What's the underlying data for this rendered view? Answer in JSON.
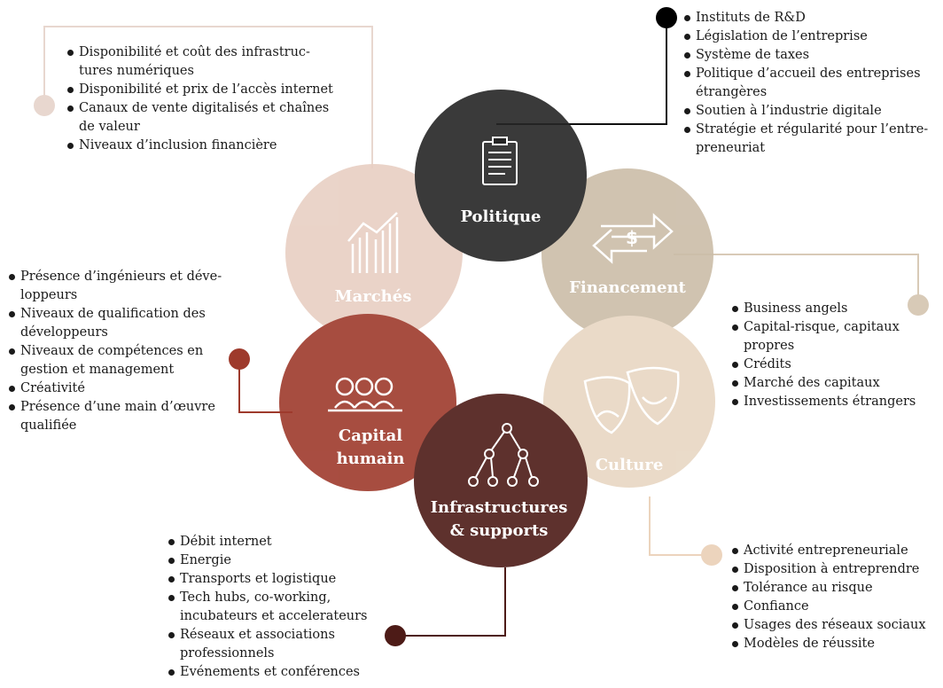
{
  "nodes": {
    "politique": {
      "label": "Politique",
      "color": "#252525"
    },
    "financement": {
      "label": "Financement",
      "color": "#cbbda8"
    },
    "culture": {
      "label": "Culture",
      "color": "#e8d7c3"
    },
    "infrastructures": {
      "label_line1": "Infrastructures",
      "label_line2": "& supports",
      "color": "#4d1b17"
    },
    "capital": {
      "label_line1": "Capital",
      "label_line2": "humain",
      "color": "#9e3a2c"
    },
    "marches": {
      "label": "Marchés",
      "color": "#e8cfc3"
    }
  },
  "lists": {
    "marches": [
      "Disponibilité et coût des infrastruc-",
      "Disponibilité et prix de l’accès internet",
      "Canaux de vente digitalisés et chaînes",
      "Niveaux d’inclusion financière"
    ],
    "marches_cont": [
      "tures numériques",
      "de valeur"
    ],
    "politique": [
      "Instituts de R&D",
      "Législation de l’entreprise",
      "Système de taxes",
      "Politique d’accueil des entreprises",
      "Soutien à l’industrie digitale",
      "Stratégie et régularité pour l’entre-"
    ],
    "politique_cont": [
      "étrangères",
      "preneuriat"
    ],
    "financement": [
      "Business angels",
      "Capital-risque, capitaux",
      "Crédits",
      "Marché des capitaux",
      "Investissements étrangers"
    ],
    "financement_cont": [
      "propres"
    ],
    "capital": [
      "Présence d’ingénieurs et déve-",
      "Niveaux de qualification des",
      "Niveaux de compétences en",
      "Créativité",
      "Présence d’une main d’œuvre"
    ],
    "capital_cont": [
      "loppeurs",
      "développeurs",
      "gestion et management",
      "qualifiée"
    ],
    "infrastructures": [
      "Débit internet",
      "Energie",
      "Transports et logistique",
      "Tech hubs, co-working,",
      "Réseaux et associations",
      "Evénements et conférences"
    ],
    "infrastructures_cont": [
      "incubateurs et accelerateurs",
      "professionnels"
    ],
    "culture": [
      "Activité entrepreneuriale",
      "Disposition à entreprendre",
      "Tolérance au risque",
      "Confiance",
      "Usages des réseaux sociaux",
      "Modèles de réussite"
    ]
  },
  "icons": {
    "politique": "clipboard-icon",
    "financement": "exchange-dollar-icon",
    "culture": "theater-masks-icon",
    "infrastructures": "network-tree-icon",
    "capital": "people-group-icon",
    "marches": "growth-chart-icon"
  }
}
